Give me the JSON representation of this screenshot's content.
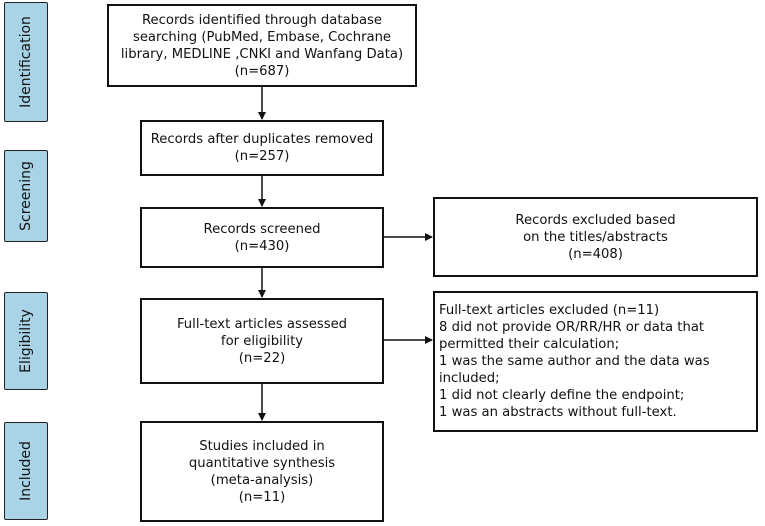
{
  "stages": [
    {
      "id": "identification",
      "label": "Identification"
    },
    {
      "id": "screening",
      "label": "Screening"
    },
    {
      "id": "eligibility",
      "label": "Eligibility"
    },
    {
      "id": "included",
      "label": "Included"
    }
  ],
  "boxes": {
    "identified": {
      "lines": [
        "Records identified through database",
        "searching (PubMed, Embase, Cochrane",
        "library,  MEDLINE ,CNKI and Wanfang Data)",
        "(n=687)"
      ]
    },
    "duplicates_removed": {
      "lines": [
        "Records after duplicates removed",
        "(n=257)"
      ]
    },
    "screened": {
      "lines": [
        "Records screened",
        "(n=430)"
      ]
    },
    "excluded_titles": {
      "lines": [
        "Records excluded based",
        "on the titles/abstracts",
        "(n=408)"
      ]
    },
    "fulltext_assessed": {
      "lines": [
        "Full-text articles assessed",
        "for eligibility",
        "(n=22)"
      ]
    },
    "fulltext_excluded": {
      "lines": [
        "Full-text articles excluded (n=11)",
        "8 did not provide OR/RR/HR or data that",
        "permitted their calculation;",
        "1 was the same author and the data was",
        "included;",
        "1 did not clearly define the endpoint;",
        "1 was an abstracts without full-text."
      ]
    },
    "included": {
      "lines": [
        "Studies included in",
        "quantitative synthesis",
        "(meta-analysis)",
        "(n=11)"
      ]
    }
  }
}
